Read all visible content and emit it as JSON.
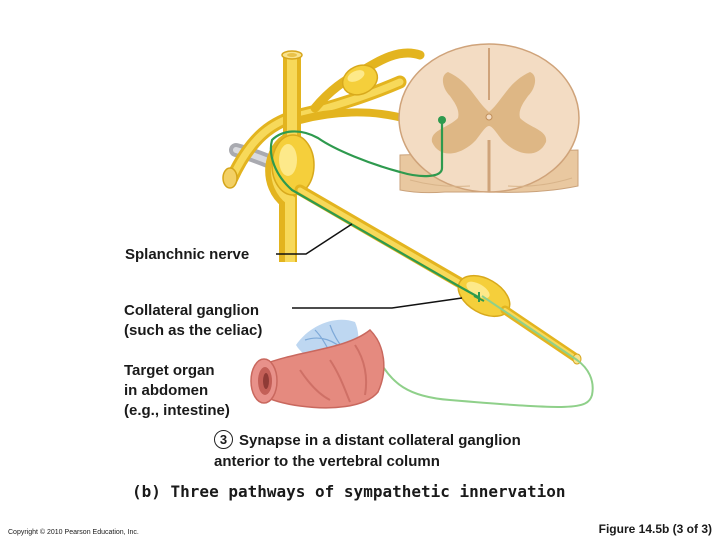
{
  "labels": {
    "splanchnic_nerve": "Splanchnic nerve",
    "collateral_ganglion_line1": "Collateral ganglion",
    "collateral_ganglion_line2": "(such as the celiac)",
    "target_organ_line1": "Target organ",
    "target_organ_line2": "in abdomen",
    "target_organ_line3": "(e.g., intestine)"
  },
  "step": {
    "number": "3",
    "text_line1": "Synapse in a distant collateral ganglion",
    "text_line2": "anterior to the vertebral column"
  },
  "caption": "(b) Three pathways of sympathetic innervation",
  "copyright": "Copyright © 2010 Pearson Education, Inc.",
  "figure_number": "Figure 14.5b (3 of 3)",
  "colors": {
    "nerve": "#f2c936",
    "nerve_highlight": "#fde98a",
    "preganglionic_fiber": "#2e9a4e",
    "postganglionic_fiber": "#8fd08a",
    "spinal_cord": "#f1dbc1",
    "gray_matter": "#d6b07a",
    "intestine": "#e58a7f",
    "mesentery": "#a9c8e8"
  }
}
